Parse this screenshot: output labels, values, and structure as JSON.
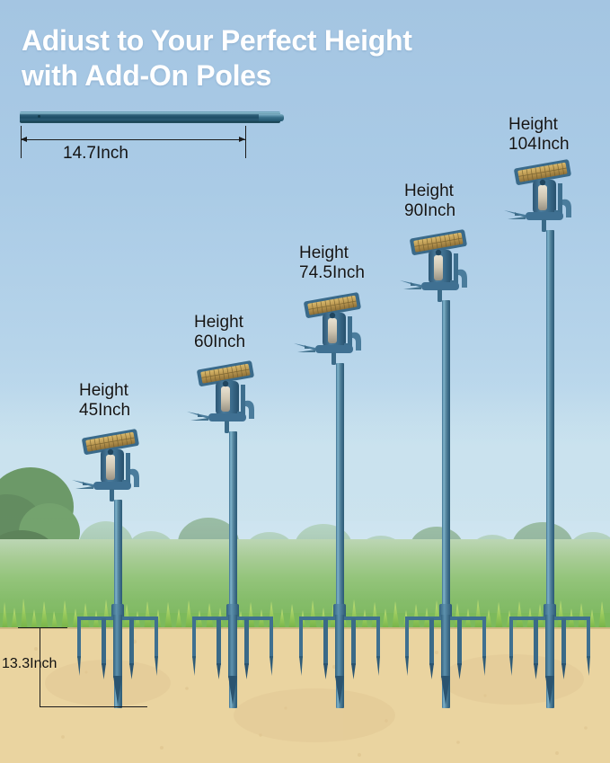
{
  "title": {
    "text": "Adiust to Your Perfect Height\nwith Add-On Poles"
  },
  "addon_pole": {
    "dimension_label": "14.7Inch"
  },
  "ground": {
    "depth_label": "13.3Inch"
  },
  "lamps": [
    {
      "label": "Height\n45Inch",
      "height_in": 45
    },
    {
      "label": "Height\n60Inch",
      "height_in": 60
    },
    {
      "label": "Height\n74.5Inch",
      "height_in": 74.5
    },
    {
      "label": "Height\n90Inch",
      "height_in": 90
    },
    {
      "label": "Height\n104Inch",
      "height_in": 104
    }
  ],
  "colors": {
    "sky": "#a8c8e4",
    "soil": "#ead4a0",
    "grass": "#86bd6b",
    "pole": "#4a7a9b",
    "panel": "#caa558",
    "title_text": "#ffffff",
    "label_text": "#141414"
  }
}
